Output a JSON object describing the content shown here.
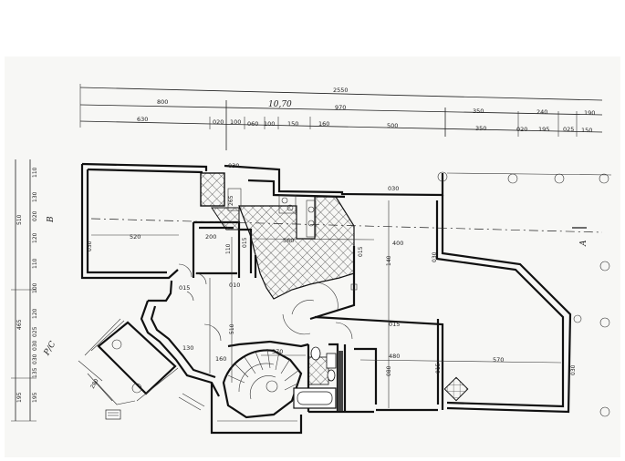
{
  "dimensions_top": {
    "overall": "2550",
    "row1": [
      "800",
      "10,70",
      "970",
      "350",
      "240",
      "190"
    ],
    "row2": [
      "630",
      "020",
      "100",
      "060",
      "100",
      "150",
      "160",
      "500",
      "350",
      "020",
      "195",
      "025",
      "150"
    ]
  },
  "dimensions_left": {
    "outer": [
      "510",
      "465",
      "195"
    ],
    "inner": [
      "110",
      "130",
      "020",
      "120",
      "110",
      "100",
      "120",
      "025",
      "030",
      "030",
      "135",
      "195"
    ]
  },
  "room_dimensions": {
    "d030_top": "030",
    "d265": "265",
    "d030_right": "030",
    "d520": "520",
    "d030_left": "030",
    "d200": "200",
    "d110": "110",
    "d015_a": "015",
    "d560": "560",
    "d400": "400",
    "d140": "140",
    "d015_b": "015",
    "d030_c": "030",
    "d015_c": "015",
    "d010": "010",
    "d370": "370",
    "d480": "480",
    "d080": "080",
    "d570": "570",
    "d015_d": "015",
    "d030_d": "030",
    "d510": "510",
    "d160": "160",
    "d130": "130",
    "d280": "280",
    "d015_e": "015"
  },
  "section_marks": {
    "a_label": "A",
    "b_label": "B"
  },
  "handwriting": {
    "level": "P/C"
  }
}
